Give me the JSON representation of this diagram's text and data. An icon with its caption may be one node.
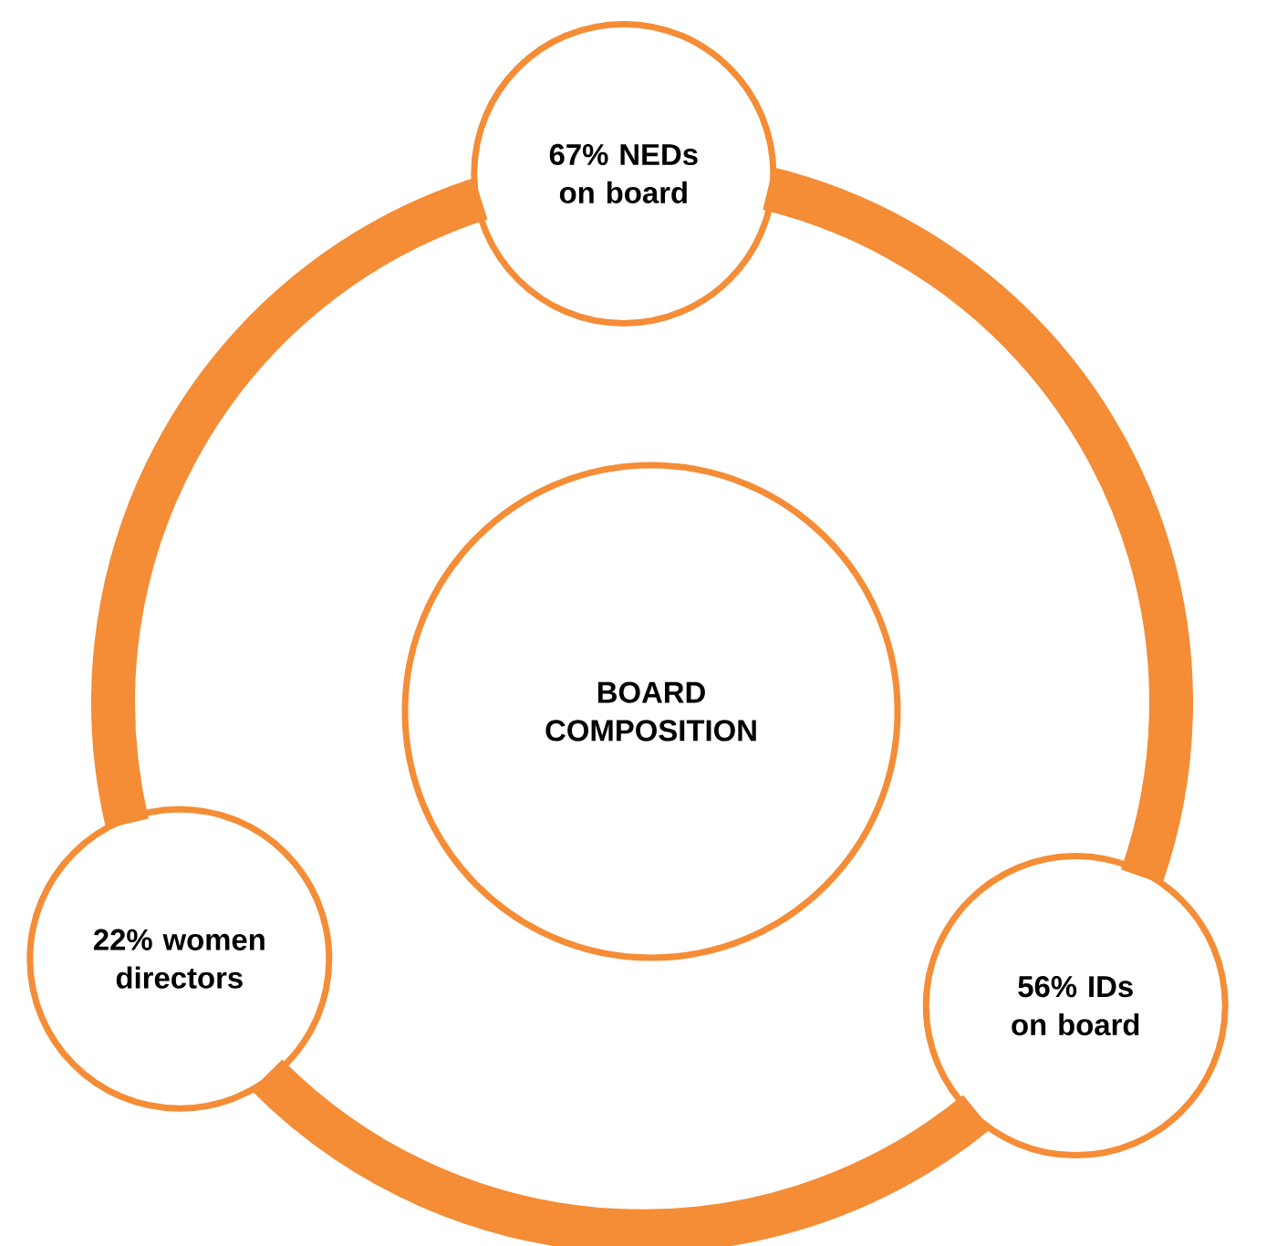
{
  "diagram": {
    "nodes": [
      {
        "text": [
          "BOARD COMPOSITION"
        ]
      },
      {
        "text": [
          "67% NEDs on board"
        ]
      },
      {
        "text": [
          "56% IDs on board"
        ]
      },
      {
        "text": [
          "22% women directors"
        ]
      }
    ],
    "edges": [
      {
        "from": 1,
        "to": 2,
        "arrow": "none"
      },
      {
        "from": 2,
        "to": 3,
        "arrow": "none"
      },
      {
        "from": 3,
        "to": 1,
        "arrow": "none"
      }
    ]
  }
}
